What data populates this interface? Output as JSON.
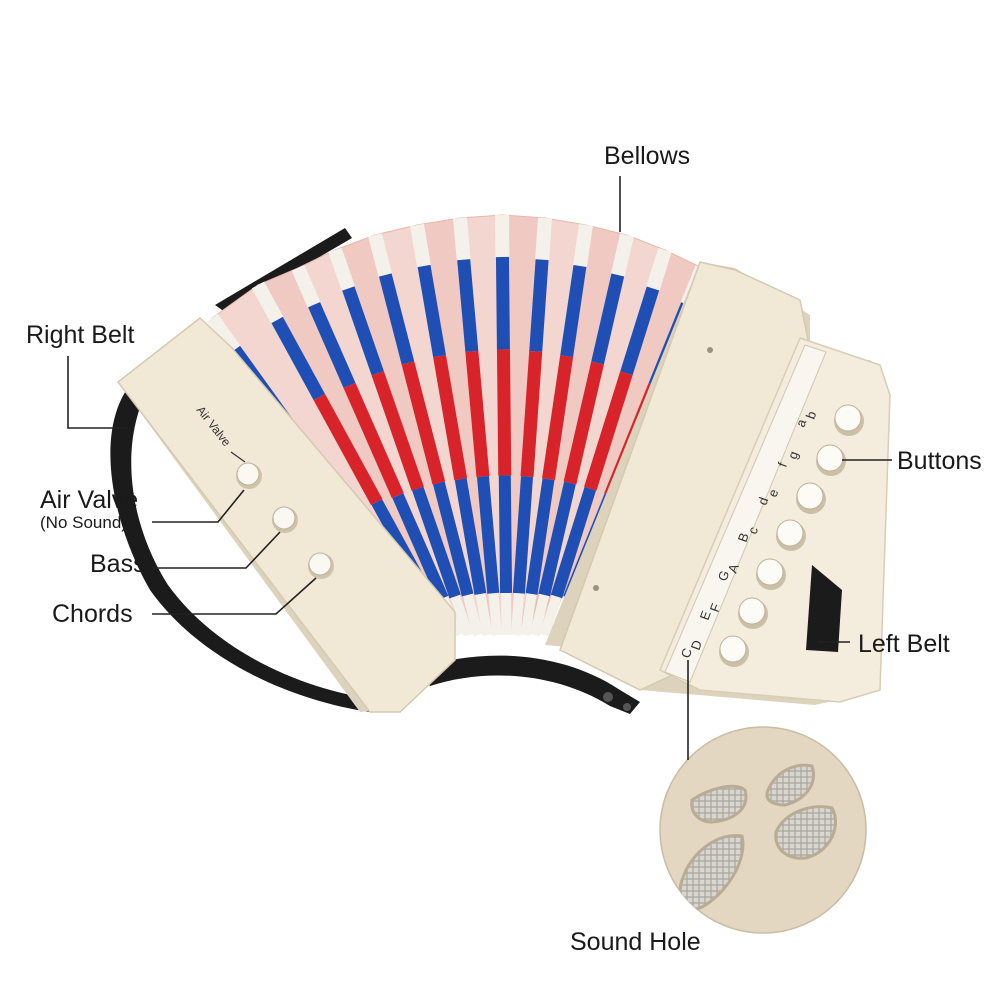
{
  "callouts": {
    "bellows": "Bellows",
    "right_belt": "Right Belt",
    "air_valve": "Air Valve",
    "air_valve_note": "(No Sound)",
    "bass": "Bass",
    "chords": "Chords",
    "buttons": "Buttons",
    "left_belt": "Left Belt",
    "sound_hole": "Sound Hole"
  },
  "instrument": {
    "air_valve_text": "Air Valve",
    "key_labels": [
      [
        "b",
        "a"
      ],
      [
        "g",
        "f"
      ],
      [
        "e",
        "d"
      ],
      [
        "c",
        "B"
      ],
      [
        "A",
        "G"
      ],
      [
        "F",
        "E"
      ],
      [
        "D",
        "C"
      ]
    ]
  },
  "colors": {
    "body": "#f1e8d6",
    "body_shadow": "#ddd2bc",
    "bellows_red": "#d9232a",
    "bellows_blue": "#1f4fb5",
    "bellows_white": "#f4f1ea",
    "strap": "#1b1b1b",
    "leader": "#222222"
  }
}
